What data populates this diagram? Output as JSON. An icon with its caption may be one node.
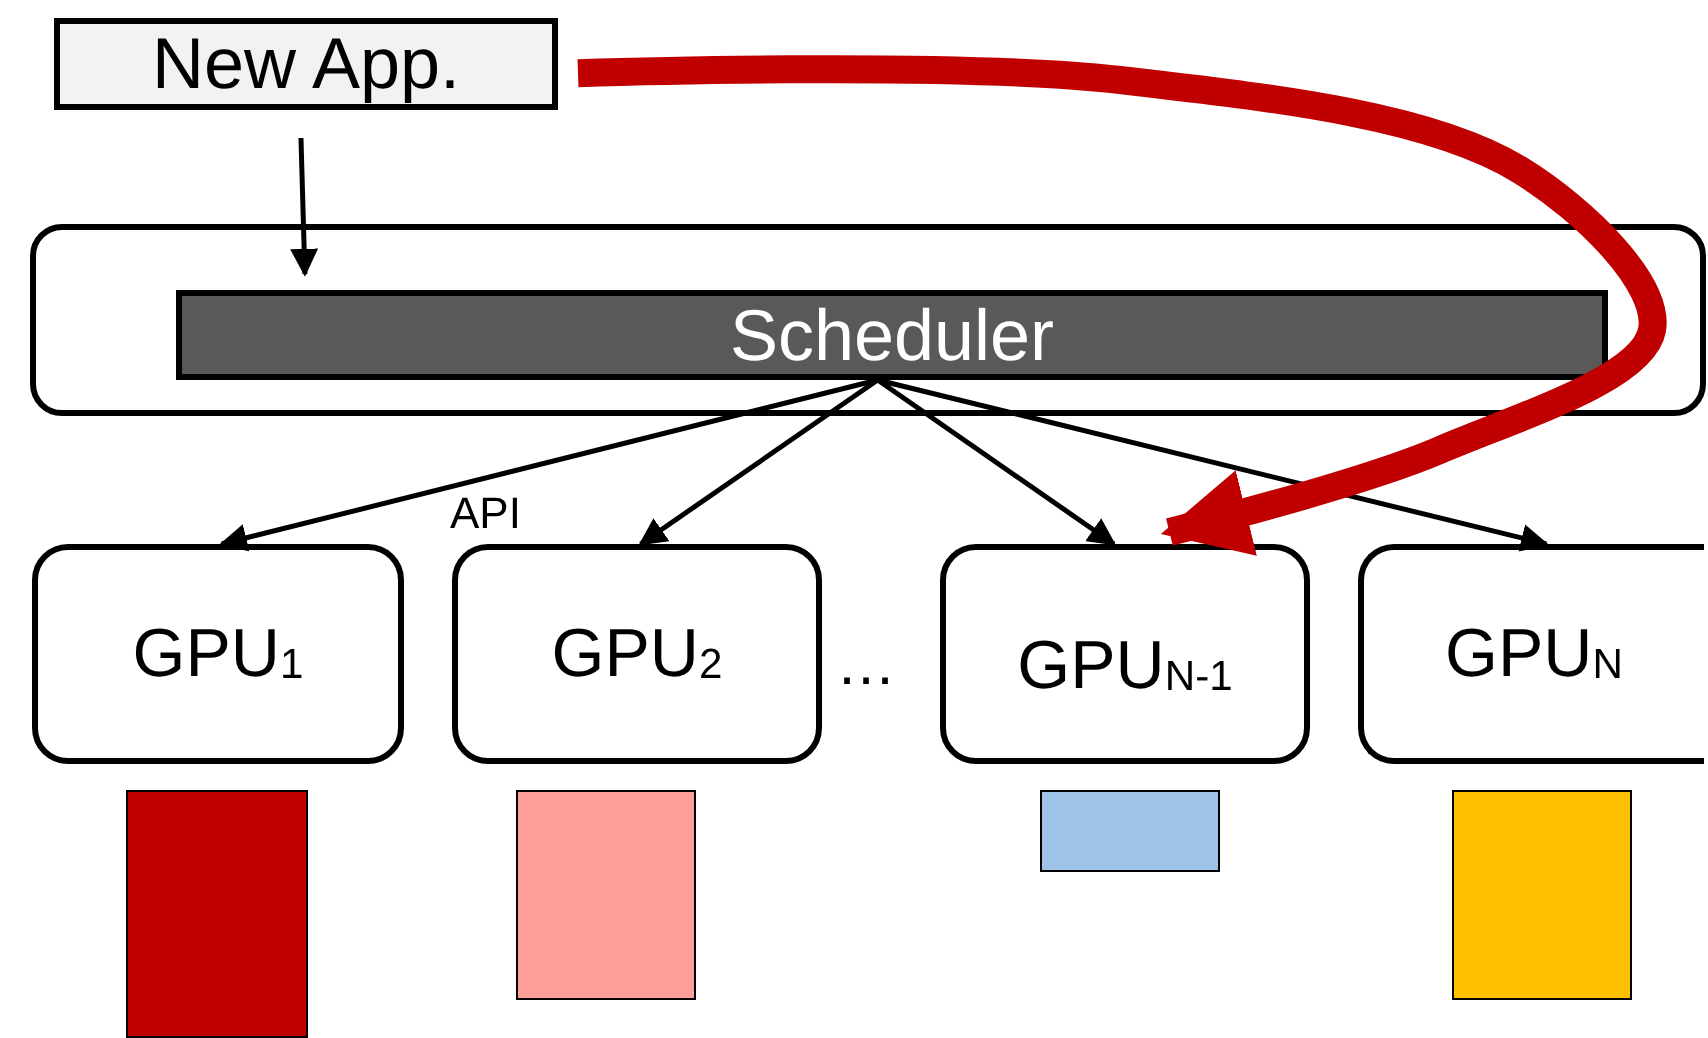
{
  "diagram": {
    "nodes": [
      {
        "text": [
          "New App."
        ]
      },
      {
        "text": [],
        "shape": "box"
      },
      {
        "text": [
          "Scheduler"
        ],
        "in": 1
      },
      {
        "text": [
          "GPU$_{1}$"
        ]
      },
      {
        "text": [
          "GPU$_{2}$"
        ]
      },
      {
        "text": [
          "GPU$_{N-1}$"
        ]
      },
      {
        "text": [
          "GPU$_{N}$"
        ]
      },
      {
        "text": [],
        "shape": "bar"
      },
      {
        "text": [],
        "shape": "bar"
      },
      {
        "text": [],
        "shape": "bar"
      },
      {
        "text": [],
        "shape": "bar"
      }
    ],
    "edges": [
      {
        "from": 0,
        "to": 2,
        "arrow": "to"
      },
      {
        "from": 2,
        "to": 3,
        "arrow": "to"
      },
      {
        "from": 2,
        "to": 4,
        "arrow": "to"
      },
      {
        "from": 2,
        "to": 5,
        "arrow": "to"
      },
      {
        "from": 2,
        "to": 6,
        "arrow": "to"
      },
      {
        "from": 0,
        "to": 5,
        "arrow": "to",
        "style": "thick",
        "color": "#c00000"
      }
    ],
    "labels": [
      "API",
      "…"
    ]
  }
}
